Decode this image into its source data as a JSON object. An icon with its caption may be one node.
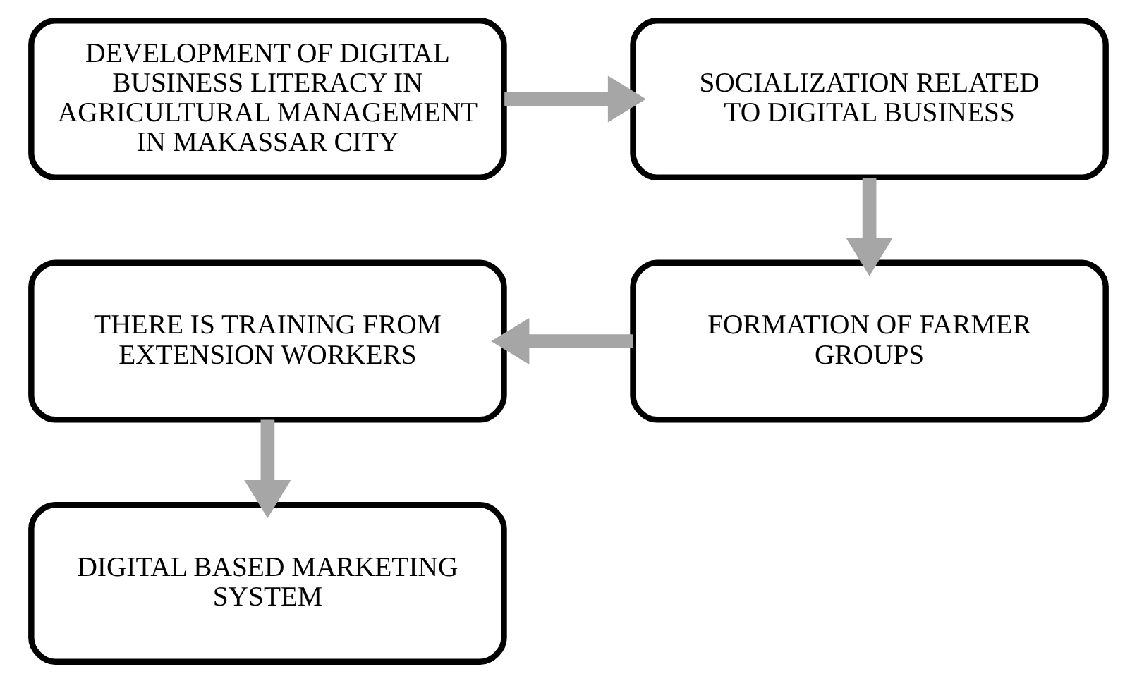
{
  "diagram": {
    "nodes": [
      {
        "text": [
          "DEVELOPMENT OF DIGITAL BUSINESS LITERACY IN AGRICULTURAL MANAGEMENT IN MAKASSAR CITY"
        ]
      },
      {
        "text": [
          "SOCIALIZATION RELATED TO DIGITAL BUSINESS"
        ]
      },
      {
        "text": [
          "FORMATION OF FARMER GROUPS"
        ]
      },
      {
        "text": [
          "THERE IS TRAINING FROM EXTENSION WORKERS"
        ]
      },
      {
        "text": [
          "DIGITAL BASED MARKETING SYSTEM"
        ]
      }
    ],
    "edges": [
      {
        "from": 0,
        "to": 1,
        "arrow": "to"
      },
      {
        "from": 1,
        "to": 2,
        "arrow": "to"
      },
      {
        "from": 2,
        "to": 3,
        "arrow": "to"
      },
      {
        "from": 3,
        "to": 4,
        "arrow": "to"
      }
    ]
  }
}
